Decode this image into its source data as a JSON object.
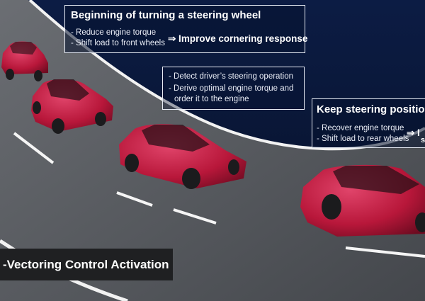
{
  "box_start": {
    "title": "Beginning of turning a steering wheel",
    "lines": [
      "- Reduce engine torque",
      "- Shift load to front wheels"
    ],
    "result": "⇒ Improve cornering response"
  },
  "box_detect": {
    "lines": [
      "- Detect driver’s steering operation",
      "- Derive optimal engine torque and",
      "order it to the engine"
    ]
  },
  "box_keep": {
    "title": "Keep steering position",
    "lines": [
      "- Recover engine torque",
      "- Shift load to rear wheels"
    ],
    "result": "⇒ I",
    "result_cont": "s"
  },
  "banner": {
    "label": "-Vectoring Control Activation"
  },
  "colors": {
    "sky": "#0b1a3d",
    "road": "#5a5d62",
    "car": "#c41f3d",
    "banner": "#1f2022"
  }
}
